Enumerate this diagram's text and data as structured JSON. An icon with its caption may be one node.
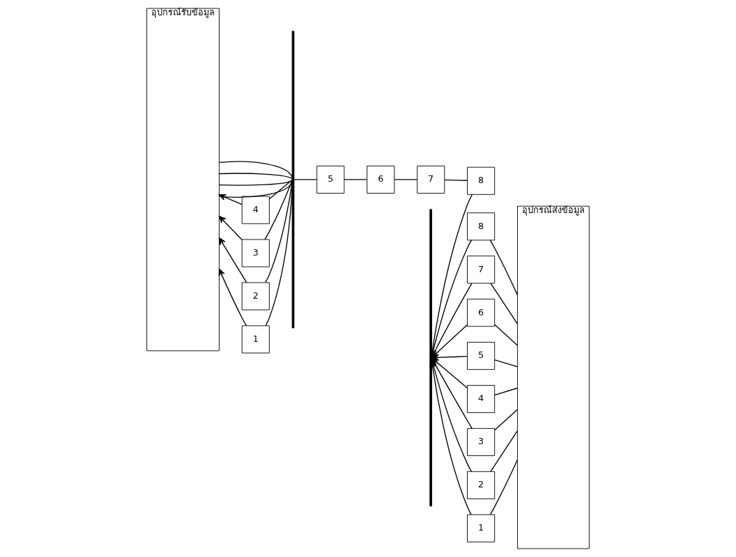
{
  "diagram": {
    "nodes": [
      {
        "text": [
          "อุปกรณ์รับข้อมูล"
        ]
      },
      {
        "text": [
          "อุปกรณ์ส่งข้อมูล"
        ]
      },
      {
        "text": [],
        "shape": "bar"
      },
      {
        "text": [],
        "shape": "bar"
      },
      {
        "text": [
          "8"
        ]
      },
      {
        "text": [
          "7"
        ]
      },
      {
        "text": [
          "6"
        ]
      },
      {
        "text": [
          "5"
        ]
      },
      {
        "text": [
          "4"
        ]
      },
      {
        "text": [
          "3"
        ]
      },
      {
        "text": [
          "2"
        ]
      },
      {
        "text": [
          "1"
        ]
      },
      {
        "text": [
          "4"
        ]
      },
      {
        "text": [
          "3"
        ]
      },
      {
        "text": [
          "2"
        ]
      },
      {
        "text": [
          "1"
        ]
      },
      {
        "text": [
          "5"
        ]
      },
      {
        "text": [
          "6"
        ]
      },
      {
        "text": [
          "7"
        ]
      },
      {
        "text": [
          "8"
        ]
      }
    ],
    "edges": [
      {
        "from": 1,
        "to": 4,
        "arrow": "none"
      },
      {
        "from": 1,
        "to": 5,
        "arrow": "none"
      },
      {
        "from": 1,
        "to": 6,
        "arrow": "none"
      },
      {
        "from": 1,
        "to": 7,
        "arrow": "none"
      },
      {
        "from": 1,
        "to": 8,
        "arrow": "none"
      },
      {
        "from": 1,
        "to": 9,
        "arrow": "none"
      },
      {
        "from": 1,
        "to": 10,
        "arrow": "none"
      },
      {
        "from": 1,
        "to": 11,
        "arrow": "none"
      },
      {
        "from": 4,
        "to": 3,
        "arrow": "to"
      },
      {
        "from": 5,
        "to": 3,
        "arrow": "to"
      },
      {
        "from": 6,
        "to": 3,
        "arrow": "to"
      },
      {
        "from": 7,
        "to": 3,
        "arrow": "to"
      },
      {
        "from": 8,
        "to": 3,
        "arrow": "to"
      },
      {
        "from": 9,
        "to": 3,
        "arrow": "to"
      },
      {
        "from": 10,
        "to": 3,
        "arrow": "to"
      },
      {
        "from": 11,
        "to": 3,
        "arrow": "to"
      },
      {
        "from": 19,
        "to": 3,
        "arrow": "none"
      },
      {
        "from": 19,
        "to": 18,
        "arrow": "none"
      },
      {
        "from": 18,
        "to": 17,
        "arrow": "none"
      },
      {
        "from": 17,
        "to": 16,
        "arrow": "none"
      },
      {
        "from": 16,
        "to": 2,
        "arrow": "none"
      },
      {
        "from": 2,
        "to": 0,
        "arrow": "none"
      },
      {
        "from": 2,
        "to": 0,
        "arrow": "none"
      },
      {
        "from": 2,
        "to": 0,
        "arrow": "none"
      },
      {
        "from": 2,
        "to": 0,
        "arrow": "none"
      },
      {
        "from": 2,
        "to": 12,
        "arrow": "none"
      },
      {
        "from": 2,
        "to": 13,
        "arrow": "none"
      },
      {
        "from": 2,
        "to": 14,
        "arrow": "none"
      },
      {
        "from": 2,
        "to": 15,
        "arrow": "none"
      },
      {
        "from": 12,
        "to": 0,
        "arrow": "to"
      },
      {
        "from": 13,
        "to": 0,
        "arrow": "to"
      },
      {
        "from": 14,
        "to": 0,
        "arrow": "to"
      },
      {
        "from": 15,
        "to": 0,
        "arrow": "to"
      }
    ]
  }
}
